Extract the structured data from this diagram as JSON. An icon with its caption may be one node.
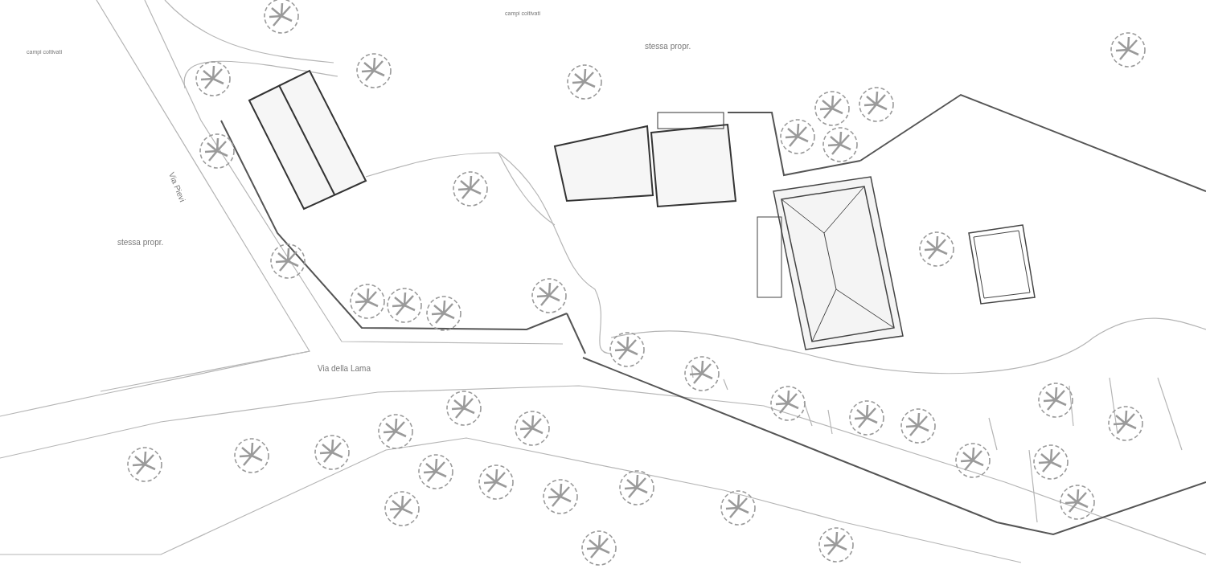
{
  "diagram": {
    "labels": [
      "campi coltivati",
      "stessa propr.",
      "campi coltivati",
      "Via Pievi",
      "stessa propr.",
      "Via della Lama"
    ]
  }
}
